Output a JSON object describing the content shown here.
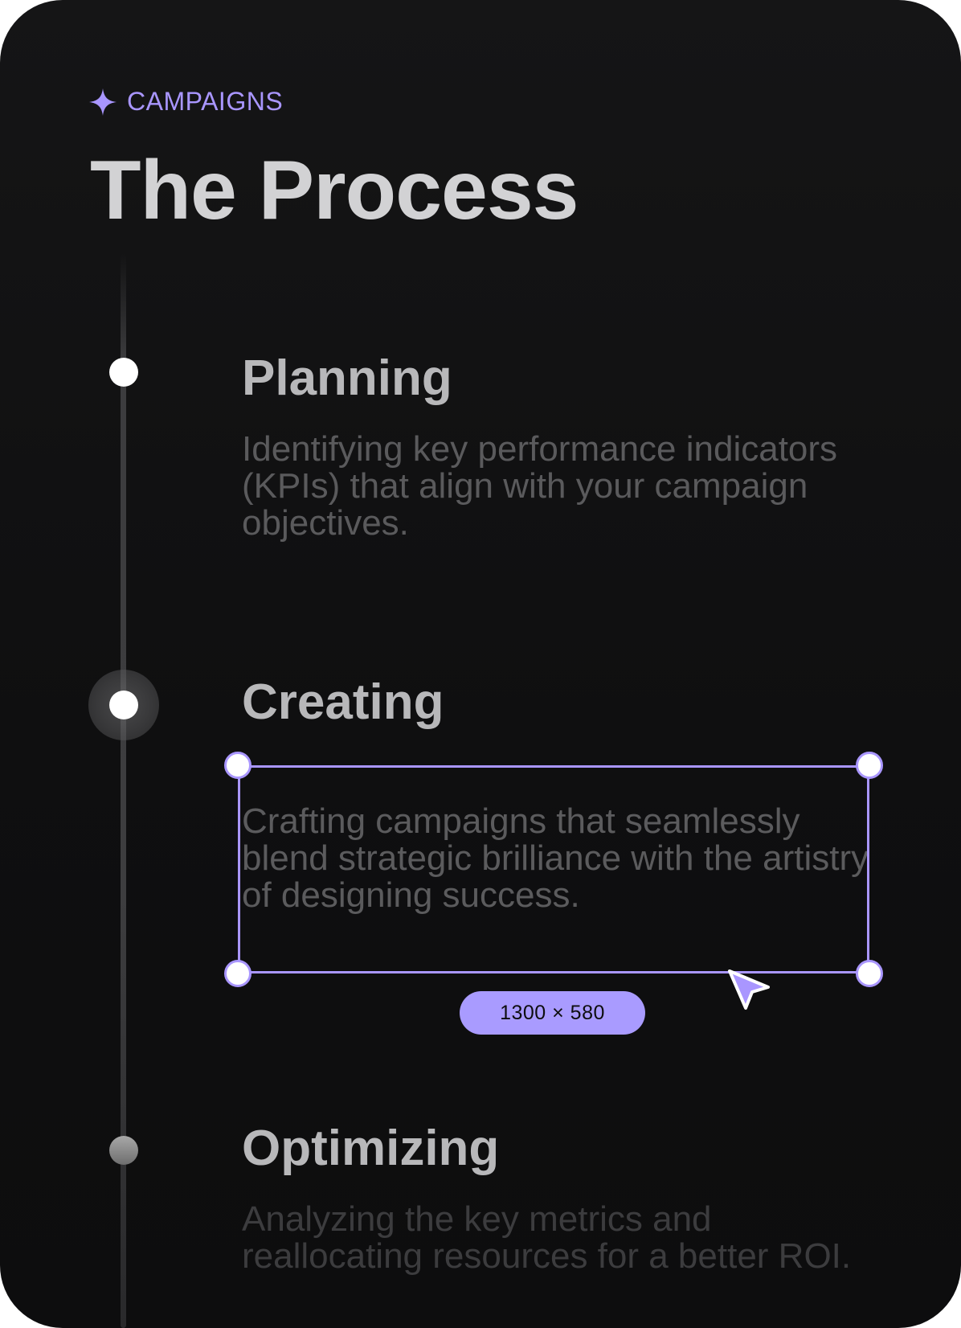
{
  "eyebrow": {
    "icon": "sparkle-icon",
    "label": "CAMPAIGNS"
  },
  "title": "The Process",
  "steps": [
    {
      "title": "Planning",
      "description": "Identifying key performance indicators (KPIs) that align with your campaign objectives."
    },
    {
      "title": "Creating",
      "description": "Crafting campaigns that seamlessly blend strategic brilliance with the artistry of designing success."
    },
    {
      "title": "Optimizing",
      "description": "Analyzing the key metrics and reallocating resources for a better ROI."
    }
  ],
  "selection": {
    "dimensions": "1300 × 580"
  },
  "colors": {
    "accent": "#a996ff",
    "pill": "#a99bff",
    "background": "#0f0f10",
    "heading": "#d2d2d4",
    "step_title": "#b8b8ba",
    "body_text": "#5a5a5c"
  }
}
